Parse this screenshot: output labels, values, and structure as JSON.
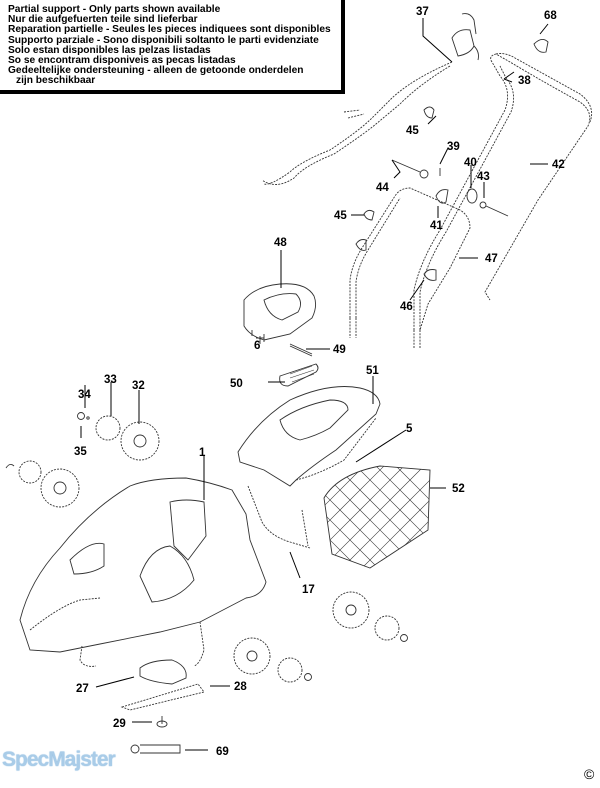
{
  "notice": {
    "lines": [
      "Partial support - Only parts shown available",
      "Nur die aufgefuerten teile sind lieferbar",
      "Reparation partielle - Seules les pieces indiquees sont disponibles",
      "Supporto parziale - Sono disponibili soltanto le parti evidenziate",
      "Solo estan disponibles las pelzas listadas",
      "So se encontram disponiveis as pecas listadas",
      "Gedeeltelijke ondersteuning - alleen de getoonde onderdelen",
      "zijn beschikbaar"
    ]
  },
  "parts": {
    "p1": "1",
    "p5": "5",
    "p6": "6",
    "p17": "17",
    "p27": "27",
    "p28": "28",
    "p29": "29",
    "p32": "32",
    "p33": "33",
    "p34": "34",
    "p35": "35",
    "p37": "37",
    "p38": "38",
    "p39": "39",
    "p40": "40",
    "p41": "41",
    "p42": "42",
    "p43": "43",
    "p44": "44",
    "p45a": "45",
    "p45b": "45",
    "p46": "46",
    "p47": "47",
    "p48": "48",
    "p49": "49",
    "p50": "50",
    "p51": "51",
    "p52": "52",
    "p68": "68",
    "p69": "69"
  },
  "watermark": "SpecMajster",
  "copyright": "©"
}
